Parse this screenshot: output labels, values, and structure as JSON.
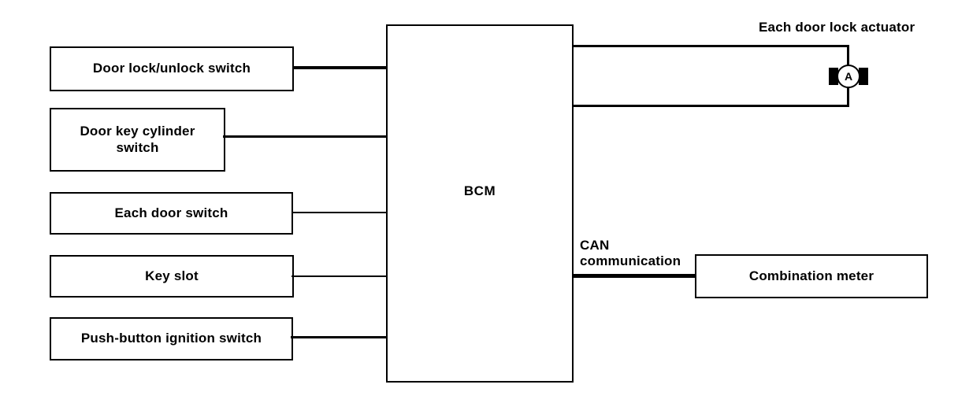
{
  "colors": {
    "ink": "#000000",
    "paper": "#ffffff"
  },
  "bcm": {
    "label": "BCM"
  },
  "inputs": [
    {
      "label": "Door lock/unlock switch"
    },
    {
      "label": "Door key cylinder\nswitch"
    },
    {
      "label": "Each door switch"
    },
    {
      "label": "Key slot"
    },
    {
      "label": "Push-button ignition switch"
    }
  ],
  "actuator": {
    "caption": "Each door lock actuator",
    "symbol": "A"
  },
  "can_bus": {
    "caption": "CAN\ncommunication"
  },
  "combination_meter": {
    "label": "Combination meter"
  }
}
